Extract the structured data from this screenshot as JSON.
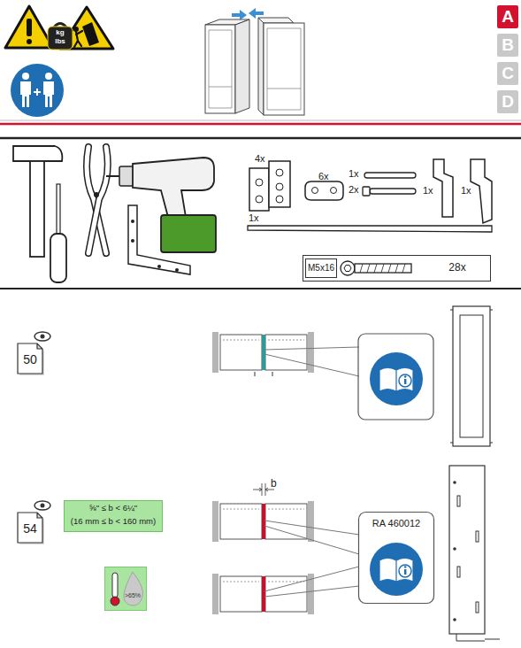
{
  "diagram": {
    "nodes": [
      {
        "text": [
          "kg",
          "lbs"
        ]
      },
      {
        "text": [
          "A"
        ]
      },
      {
        "text": [
          "B"
        ]
      },
      {
        "text": [
          "C"
        ]
      },
      {
        "text": [
          "D"
        ]
      },
      {
        "text": [
          "28x"
        ]
      },
      {
        "text": [
          "M5x16"
        ],
        "in": 5
      },
      {
        "text": [
          "50"
        ]
      },
      {
        "text": [
          "54"
        ]
      },
      {
        "text": [
          "⅝\" ≤ b < 6¼\"",
          "(16 mm ≤ b < 160 mm)"
        ]
      },
      {
        "text": [
          ">65%"
        ]
      },
      {
        "text": [
          "RA 460012"
        ]
      }
    ],
    "labels": [
      "4x",
      "6x",
      "1x",
      "2x",
      "1x",
      "1x",
      "1x",
      "b"
    ]
  }
}
